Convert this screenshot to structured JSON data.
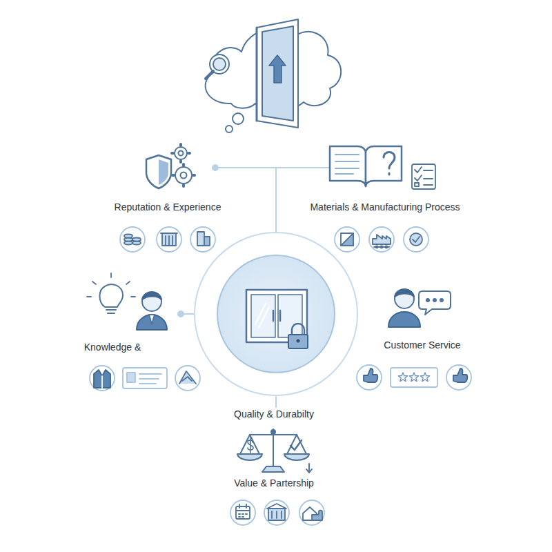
{
  "diagram": {
    "labels": [
      "Reputation & Experience",
      "Materials & Manufacturing Process",
      "Knowledge &",
      "Customer Service",
      "Quality & Durabilty",
      "Value & Partership"
    ]
  }
}
